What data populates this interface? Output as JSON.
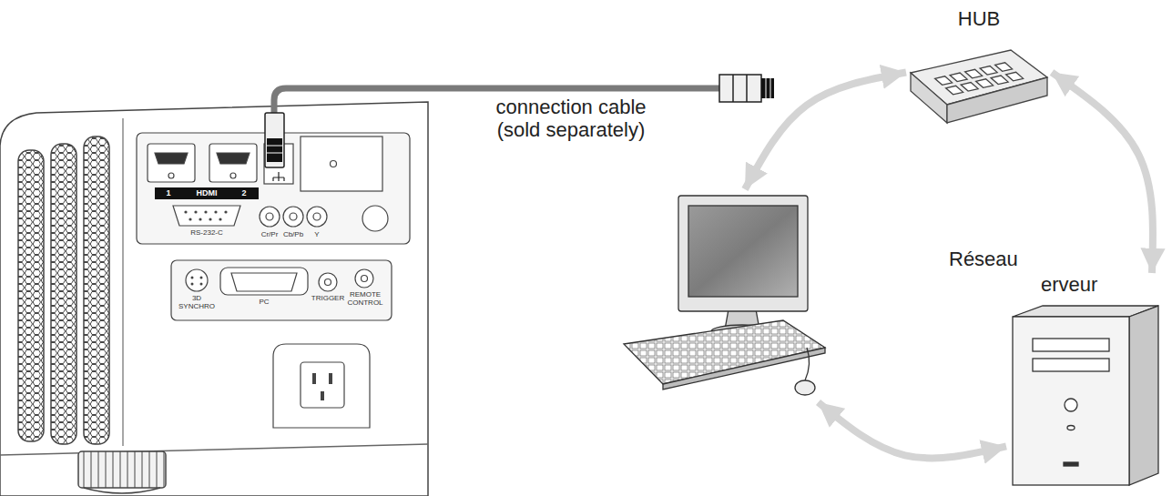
{
  "diagram": {
    "nodes": [
      {
        "text": [
          "HUB"
        ]
      },
      {
        "text": []
      },
      {
        "text": [
          "erveur"
        ]
      }
    ],
    "edges": [
      {
        "from": 0,
        "to": 1,
        "arrow": "both"
      },
      {
        "from": 0,
        "to": 2,
        "arrow": "both"
      },
      {
        "from": 2,
        "to": 1,
        "arrow": "both"
      }
    ],
    "labels": [
      "1",
      "HDMI",
      "2",
      "RS-232-C",
      "Cr/Pr",
      "Cb/Pb",
      "Y",
      "3D SYNCHRO",
      "PC",
      "TRIGGER",
      "REMOTE CONTROL",
      "connection cable (sold separately)",
      "Réseau"
    ]
  }
}
